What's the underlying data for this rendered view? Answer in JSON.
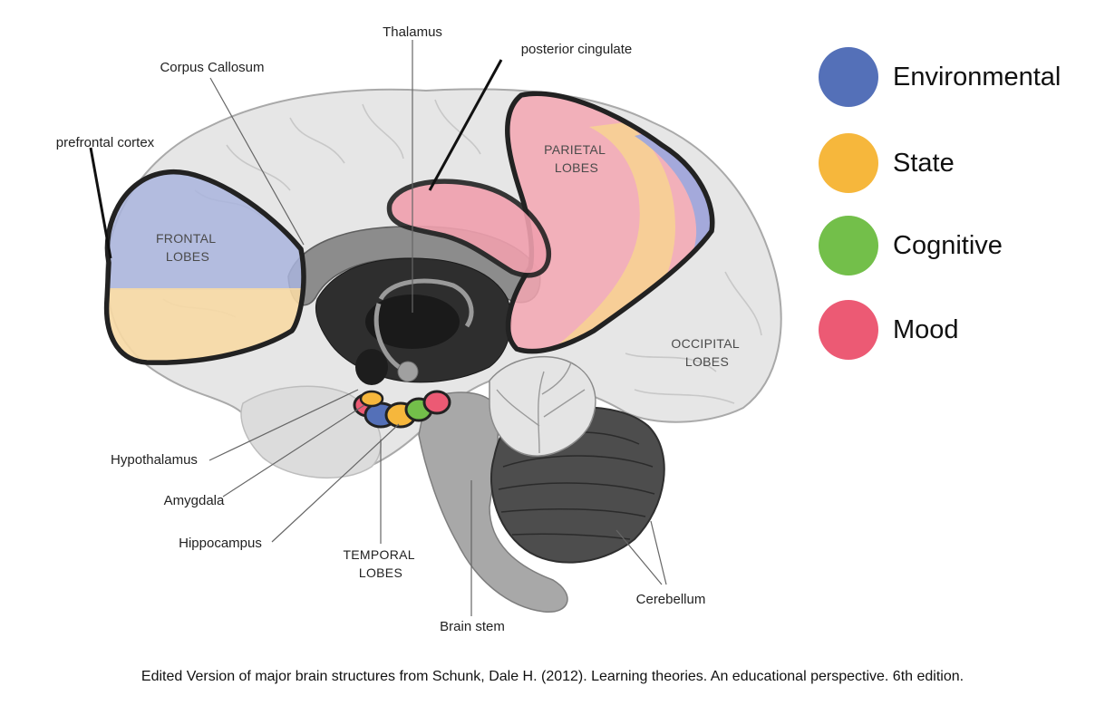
{
  "labels": {
    "thalamus": "Thalamus",
    "corpus_callosum": "Corpus Callosum",
    "posterior_cingulate": "posterior cingulate",
    "prefrontal_cortex": "prefrontal cortex",
    "frontal_lobes": [
      "FRONTAL",
      "LOBES"
    ],
    "parietal_lobes": [
      "PARIETAL",
      "LOBES"
    ],
    "occipital_lobes": [
      "OCCIPITAL",
      "LOBES"
    ],
    "temporal_lobes": [
      "TEMPORAL",
      "LOBES"
    ],
    "hypothalamus": "Hypothalamus",
    "amygdala": "Amygdala",
    "hippocampus": "Hippocampus",
    "brain_stem": "Brain stem",
    "cerebellum": "Cerebellum"
  },
  "legend": [
    {
      "label": "Environmental",
      "color": "#5470b8"
    },
    {
      "label": "State",
      "color": "#f6b73c"
    },
    {
      "label": "Cognitive",
      "color": "#73bf4a"
    },
    {
      "label": "Mood",
      "color": "#ec5a74"
    }
  ],
  "caption": "Edited Version of major brain structures from Schunk, Dale H. (2012). Learning theories. An educational perspective. 6th edition."
}
